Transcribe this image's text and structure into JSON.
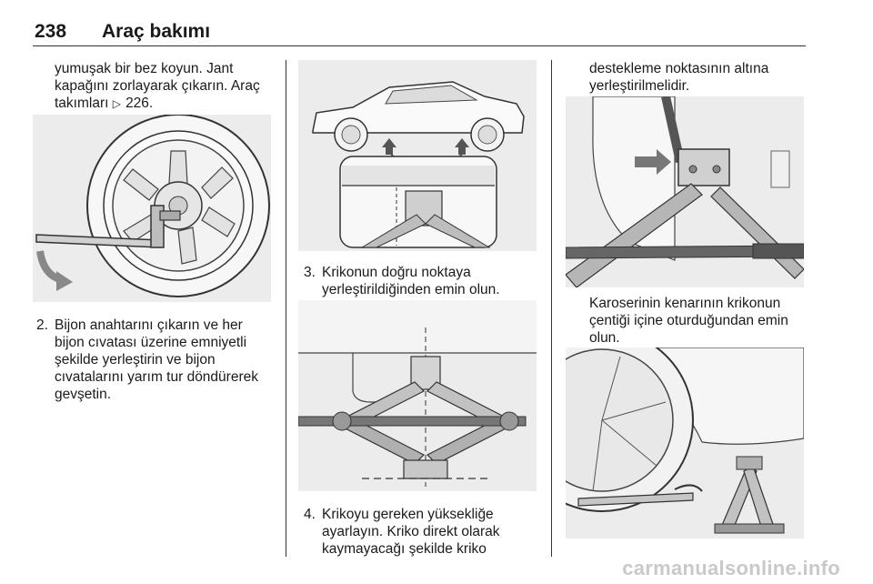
{
  "header": {
    "page_number": "238",
    "title": "Araç bakımı"
  },
  "col1": {
    "intro_lines": [
      "yumuşak bir bez koyun. Jant",
      "kapağını zorlayarak çıkarın. Araç"
    ],
    "intro_ref_text": "takımları",
    "intro_ref_icon": "page-reference-icon",
    "intro_ref_page": "226.",
    "step2_number": "2.",
    "step2_lines": [
      "Bijon anahtarını çıkarın ve her",
      "bijon cıvatası üzerine emniyetli",
      "şekilde yerleştirin ve bijon",
      "cıvatalarını yarım tur döndürerek",
      "gevşetin."
    ]
  },
  "col2": {
    "step3_number": "3.",
    "step3_lines": [
      "Krikonun doğru noktaya",
      "yerleştirildiğinden emin olun."
    ],
    "step4_number": "4.",
    "step4_lines": [
      "Krikoyu gereken yüksekliğe",
      "ayarlayın. Kriko direkt olarak",
      "kaymayacağı şekilde kriko"
    ]
  },
  "col3": {
    "intro_lines": [
      "destekleme noktasının altına",
      "yerleştirilmelidir."
    ],
    "caption_lines": [
      "Karoserinin kenarının krikonun",
      "çentiği içine oturduğundan emin",
      "olun."
    ]
  },
  "watermark": "carmanualsonline.info",
  "colors": {
    "figure_bg": "#ececec",
    "line": "#333333",
    "dark": "#555555"
  }
}
